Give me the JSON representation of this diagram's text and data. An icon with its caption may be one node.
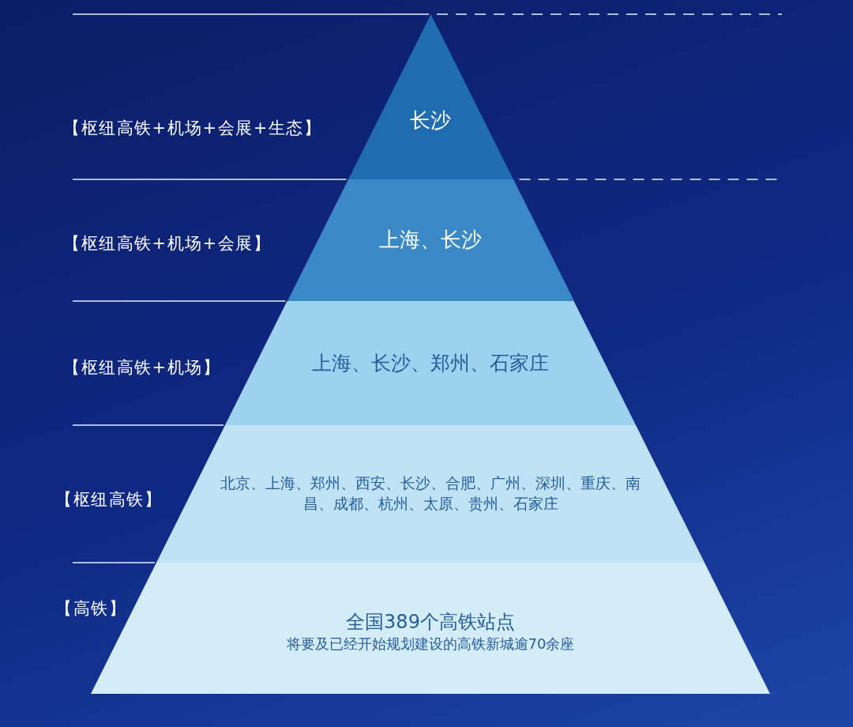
{
  "diagram": {
    "nodes": [
      {
        "text": [
          "长沙"
        ],
        "beside": [
          "【枢纽高铁+机场+会展+生态】"
        ]
      },
      {
        "text": [
          "上海、长沙"
        ],
        "beside": [
          "【枢纽高铁+机场+会展】"
        ]
      },
      {
        "text": [
          "上海、长沙、郑州、石家庄"
        ],
        "beside": [
          "【枢纽高铁+机场】"
        ]
      },
      {
        "text": [
          "北京、上海、郑州、西安、长沙、合肥、广州、深圳、重庆、南昌、成都、杭州、太原、贵州、石家庄"
        ],
        "beside": [
          "【枢纽高铁】"
        ]
      },
      {
        "text": [
          "全国389个高铁站点",
          "将要及已经开始规划建设的高铁新城逾70余座"
        ],
        "beside": [
          "【高铁】"
        ]
      }
    ]
  }
}
